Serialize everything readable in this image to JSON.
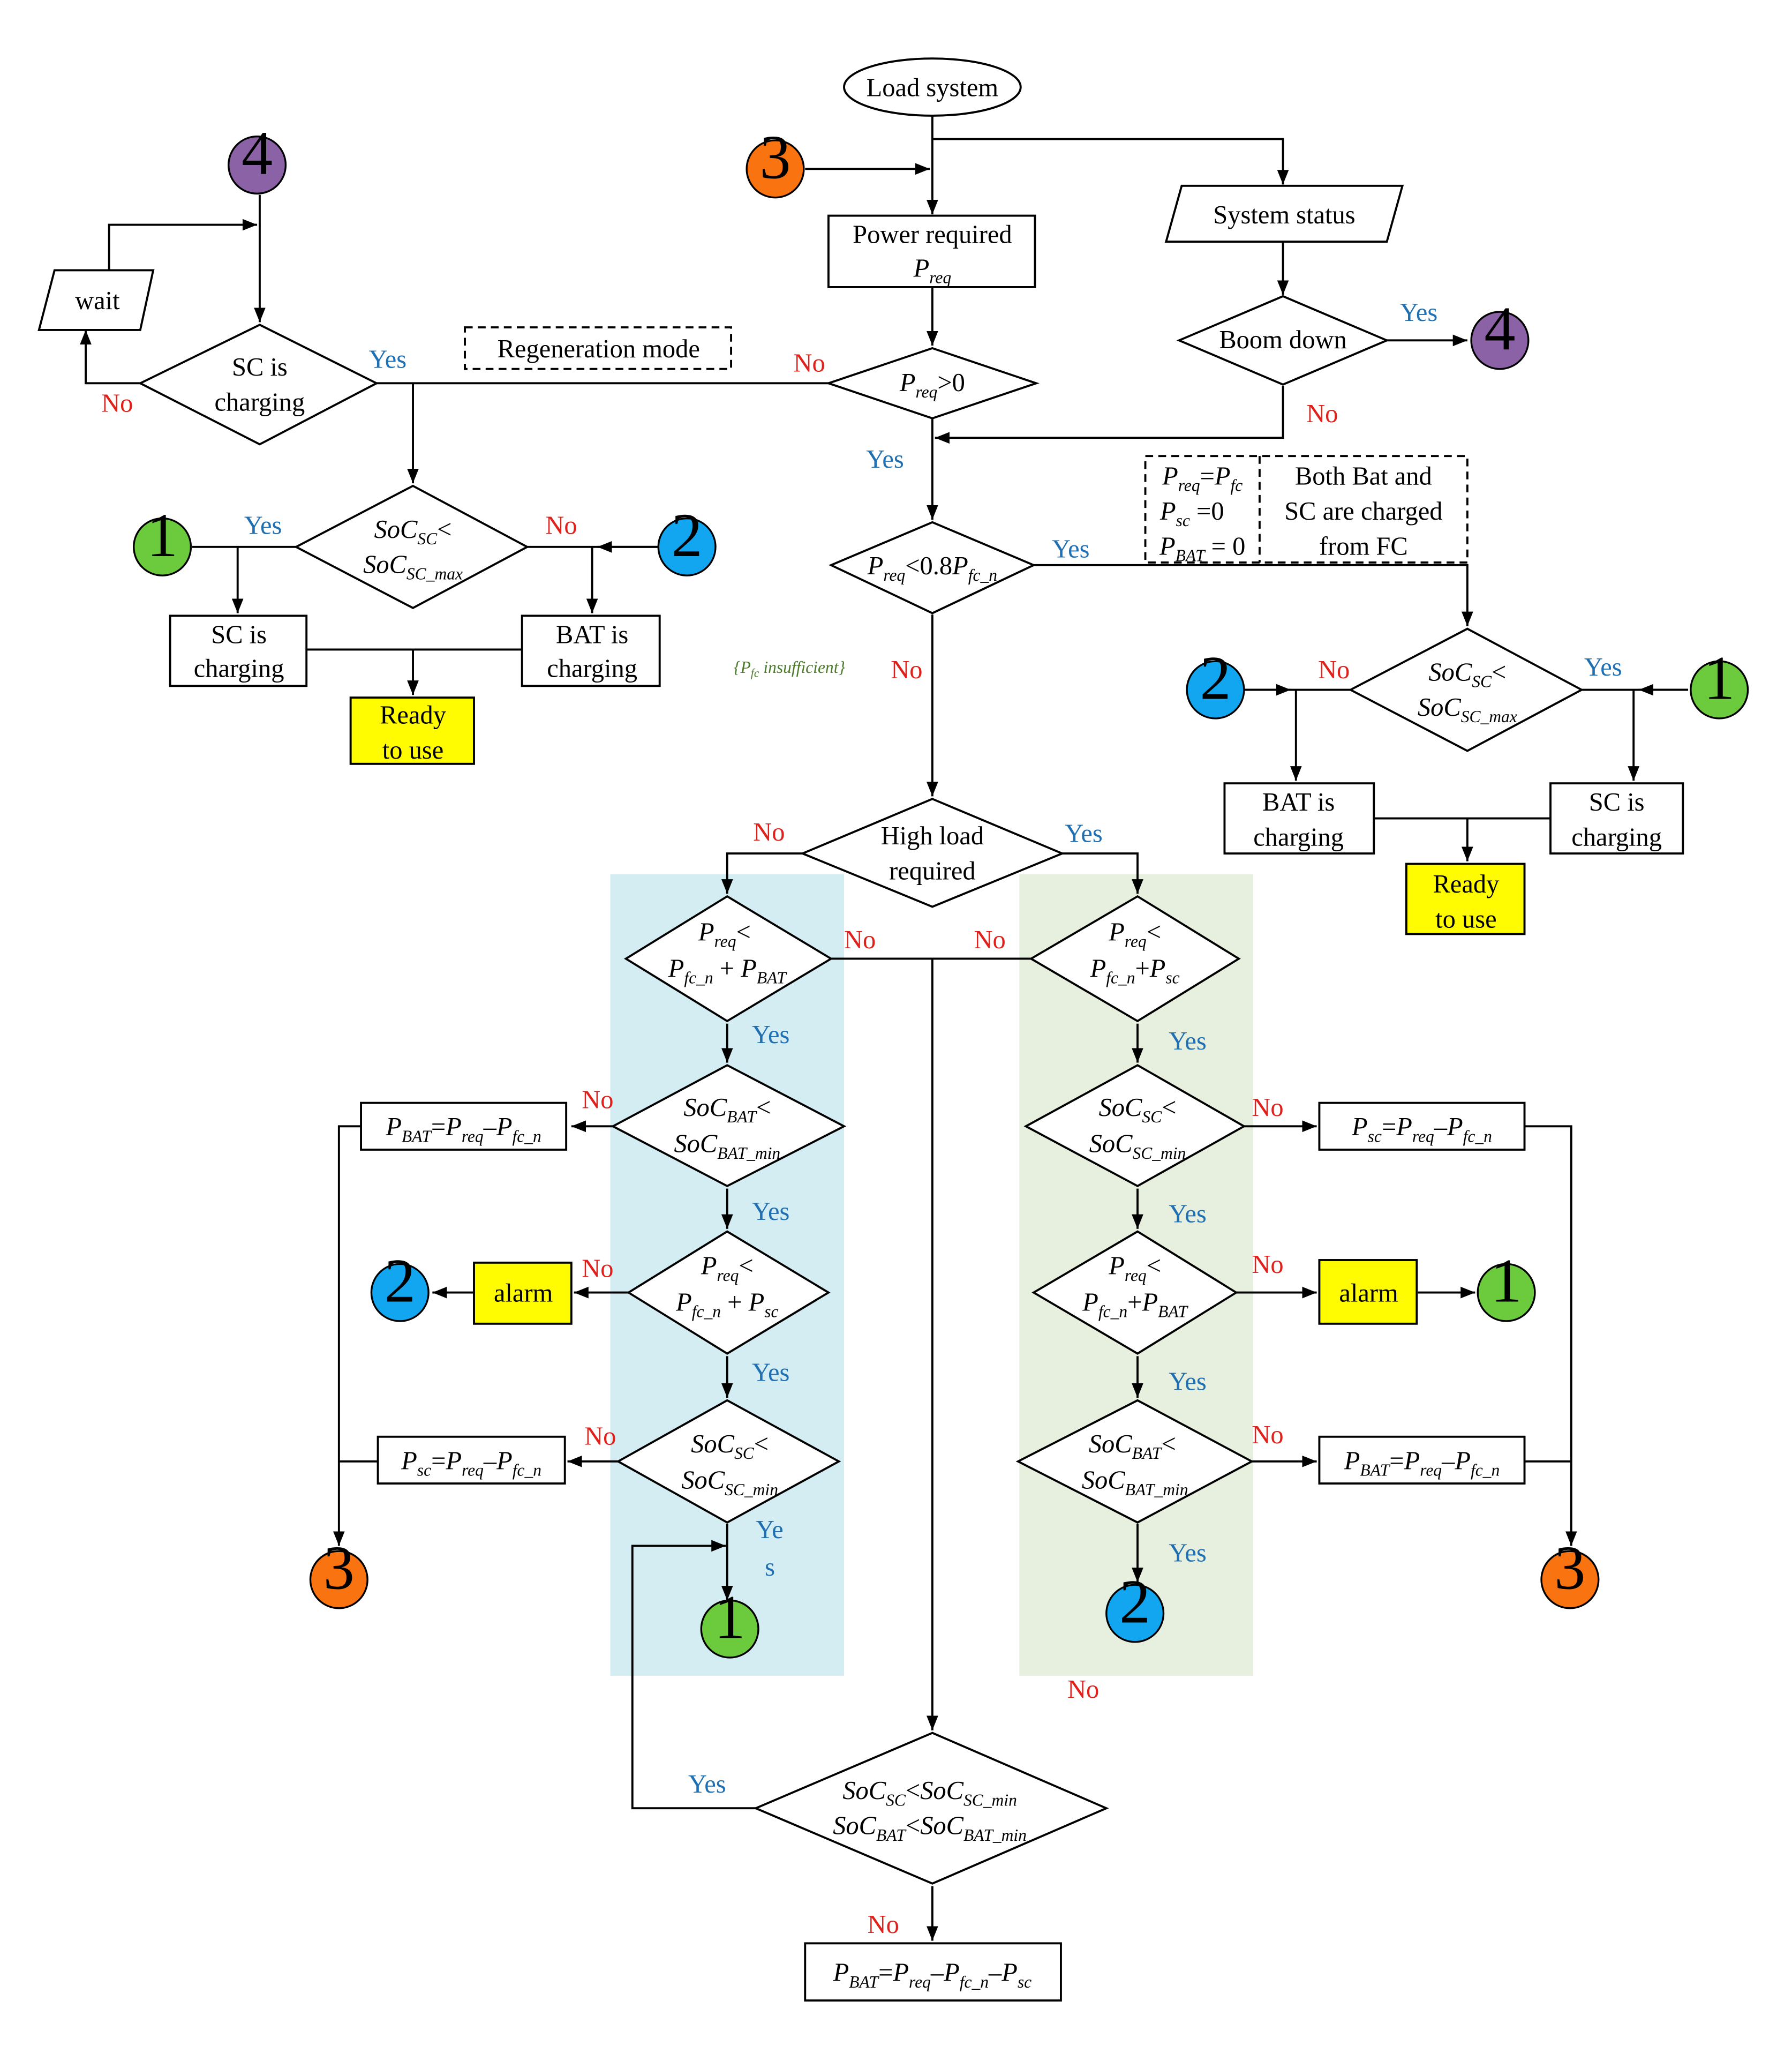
{
  "colors": {
    "connector_1": "#6ccb3d",
    "connector_2": "#11a6ef",
    "connector_3": "#f97311",
    "connector_4": "#8c62a6",
    "ready_fill": "#fffb00",
    "alarm_fill": "#fffb00",
    "left_band": "#d4edf3",
    "right_band": "#e7efde",
    "yes_color": "#1f6fb3",
    "no_color": "#e0201a"
  },
  "labels": {
    "yes": "Yes",
    "no": "No",
    "ye": "Ye",
    "s": "s"
  },
  "nodes": {
    "load_system": "Load system",
    "power_required": "Power required",
    "system_status": "System status",
    "boom_down": "Boom down",
    "regeneration_mode": "Regeneration mode",
    "sc_is": "SC is",
    "charging": "charging",
    "wait": "wait",
    "bat_is": "BAT is",
    "ready": "Ready",
    "to_use": "to use",
    "high_load_1": "High load",
    "high_load_2": "required",
    "alarm": "alarm",
    "fc_note_1": "Both Bat and",
    "fc_note_2": "SC are charged",
    "fc_note_3": "from FC",
    "insufficient": "{P",
    "insufficient_sub": "fc",
    "insufficient_tail": " insufficient}"
  },
  "connectors": {
    "c1": "1",
    "c2": "2",
    "c3": "3",
    "c4": "4"
  }
}
